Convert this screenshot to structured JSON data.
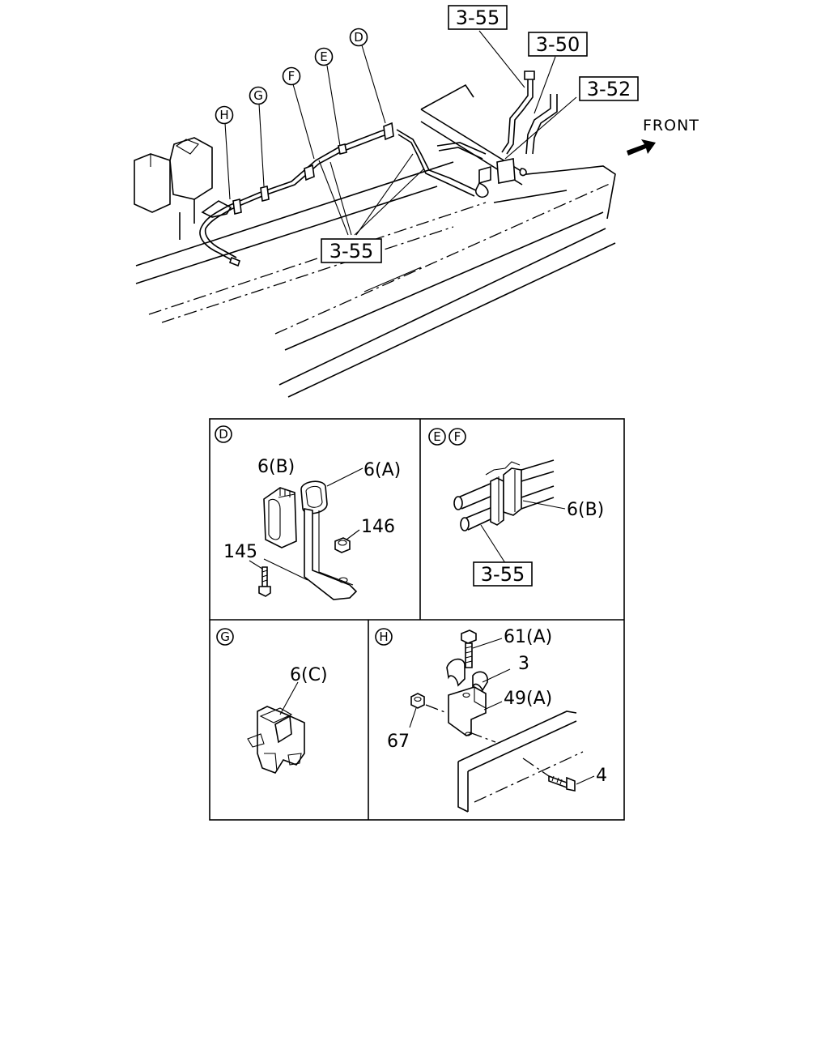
{
  "overview": {
    "direction_label": "FRONT",
    "detail_markers": [
      "D",
      "E",
      "F",
      "G",
      "H"
    ],
    "ref_labels": [
      "3-55",
      "3-50",
      "3-52",
      "3-55"
    ]
  },
  "panels": {
    "D": {
      "marker": "D",
      "labels": [
        "6(B)",
        "6(A)",
        "146",
        "145"
      ]
    },
    "EF": {
      "markers": [
        "E",
        "F"
      ],
      "labels": [
        "6(B)"
      ],
      "ref_label": "3-55"
    },
    "G": {
      "marker": "G",
      "labels": [
        "6(C)"
      ]
    },
    "H": {
      "marker": "H",
      "labels": [
        "61(A)",
        "3",
        "49(A)",
        "67",
        "4"
      ]
    }
  }
}
